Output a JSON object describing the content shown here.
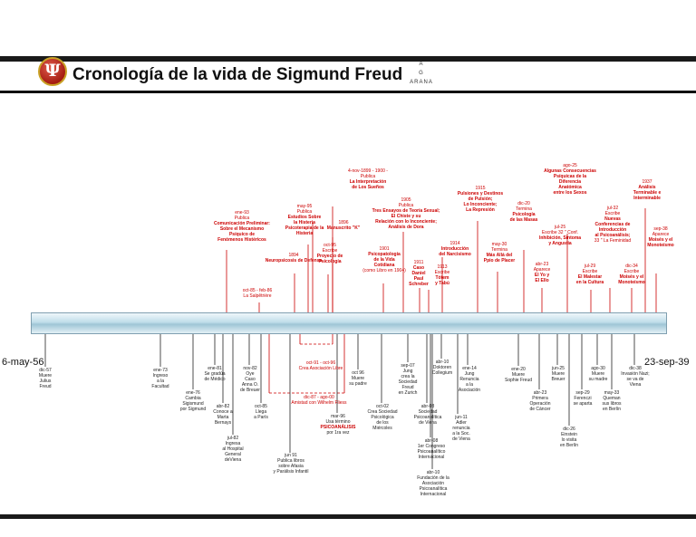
{
  "header": {
    "logo_glyph": "Ψ",
    "title": "Cronología de la vida de Sigmund Freud",
    "brand": [
      "A",
      "G",
      "ARANA"
    ]
  },
  "timeline": {
    "start": "6-may-56",
    "end": "23-sep-39"
  },
  "above_events": [
    {
      "id": "e1",
      "date": "ene-93",
      "lines": [
        "Publica",
        "Comunicación Preliminar:",
        "Sobre el Mecanismo",
        "Psíquico de",
        "Fenómenos Histéricos"
      ],
      "color": "red"
    },
    {
      "id": "e2",
      "date": "may-95",
      "lines": [
        "Publica",
        "Estudios Sobre",
        "la Histeria",
        "Psicoterapia de la Histeria"
      ],
      "color": "red"
    },
    {
      "id": "e3",
      "date": "1894",
      "lines": [
        "Neuropsicosis de Defensa"
      ],
      "color": "red"
    },
    {
      "id": "e4",
      "date": "1896",
      "lines": [
        "Manuscrito \"K\""
      ],
      "color": "red"
    },
    {
      "id": "e5",
      "date": "oct-95",
      "lines": [
        "Escribe",
        "Proyecto de",
        "Psicología"
      ],
      "color": "red"
    },
    {
      "id": "e6",
      "date": "oct-85 - feb-86",
      "lines": [
        "La Salpêtrière"
      ],
      "color": "red"
    },
    {
      "id": "e7",
      "date": "4-nov-1899 - 1900 -",
      "lines": [
        "Publica",
        "La Interpretación",
        "de Los Sueños"
      ],
      "color": "red"
    },
    {
      "id": "e8",
      "date": "1901",
      "lines": [
        "Psicopatología",
        "de la Vida",
        "Cotidiana",
        "(como Libro en 1904)"
      ],
      "color": "red"
    },
    {
      "id": "e9",
      "date": "1905",
      "lines": [
        "Publica",
        "Tres Ensayos de Teoría Sexual;",
        "El Chiste y su",
        "Relación con lo Inconciente;",
        "Análisis de Dora"
      ],
      "color": "red"
    },
    {
      "id": "e10",
      "date": "1911",
      "lines": [
        "Caso",
        "Daniel",
        "Paul",
        "Schreber"
      ],
      "color": "red"
    },
    {
      "id": "e11",
      "date": "1913",
      "lines": [
        "Escribe",
        "Tótem",
        "y Tabú"
      ],
      "color": "red"
    },
    {
      "id": "e12",
      "date": "1914",
      "lines": [
        "Introducción",
        "del Narcisismo"
      ],
      "color": "red"
    },
    {
      "id": "e13",
      "date": "1915",
      "lines": [
        "Pulsiones y Destinos",
        "de Pulsión;",
        "Lo Inconciente;",
        "La Represión"
      ],
      "color": "red"
    },
    {
      "id": "e14",
      "date": "may-30",
      "lines": [
        "Termina",
        "Más Allá del",
        "Ppio de Placer"
      ],
      "color": "red"
    },
    {
      "id": "e15",
      "date": "dic-20",
      "lines": [
        "Termina",
        "Psicología",
        "de las Masas"
      ],
      "color": "red"
    },
    {
      "id": "e16",
      "date": "ago-25",
      "lines": [
        "Algunas Consecuencias",
        "Psíquicas de la",
        "Diferencia",
        "Anatómica",
        "entre los Sexos"
      ],
      "color": "red"
    },
    {
      "id": "e17",
      "date": "jul-25",
      "lines": [
        "Escribe 32 \" Conf.",
        "Inhibición, Síntoma",
        "y Angustia"
      ],
      "color": "red"
    },
    {
      "id": "e18",
      "date": "abr-23",
      "lines": [
        "Aparece",
        "El Yo y",
        "El Ello"
      ],
      "color": "red"
    },
    {
      "id": "e19",
      "date": "jul-29",
      "lines": [
        "Escribe",
        "El Malestar",
        "en la Cultura"
      ],
      "color": "red"
    },
    {
      "id": "e20",
      "date": "jul-32",
      "lines": [
        "Escribe",
        "Nuevas",
        "Conferencias de",
        "Introducción",
        "al Psicoanálisis;",
        "33 \" La Feminidad"
      ],
      "color": "red"
    },
    {
      "id": "e21",
      "date": "dic-34",
      "lines": [
        "Escribe",
        "Moisés y el",
        "Monoteísmo"
      ],
      "color": "red"
    },
    {
      "id": "e22",
      "date": "1937",
      "lines": [
        "Análisis",
        "Terminable e",
        "Interminable"
      ],
      "color": "red"
    },
    {
      "id": "e23",
      "date": "sep-38",
      "lines": [
        "Aparece",
        "Moisés y el",
        "Monoteísmo"
      ],
      "color": "red"
    }
  ],
  "below_events": [
    {
      "id": "b1",
      "date": "dic-57",
      "lines": [
        "Muere",
        "Julius",
        "Freud"
      ]
    },
    {
      "id": "b2",
      "date": "ene-73",
      "lines": [
        "Ingreso",
        "a la",
        "Facultad"
      ]
    },
    {
      "id": "b3",
      "date": "ene-81",
      "lines": [
        "Se gradúa",
        "de Médico"
      ]
    },
    {
      "id": "b4",
      "date": "ene-76",
      "lines": [
        "Cambia",
        "Sigismund",
        "por Sigmund"
      ]
    },
    {
      "id": "b5",
      "date": "abr-82",
      "lines": [
        "Conoce a",
        "Marta",
        "Bernays"
      ]
    },
    {
      "id": "b6",
      "date": "nov-82",
      "lines": [
        "Oye",
        "Caso",
        "Anna O.",
        "de Breuer"
      ]
    },
    {
      "id": "b7",
      "date": "jul-82",
      "lines": [
        "Ingresa",
        "al Hospital",
        "General",
        "deViena"
      ]
    },
    {
      "id": "b8",
      "date": "oct-85",
      "lines": [
        "Llega",
        "a París"
      ]
    },
    {
      "id": "b9",
      "date": "oct-91 - oct-96",
      "lines": [
        "Crea Asociación Libre"
      ],
      "color": "red"
    },
    {
      "id": "b10",
      "date": "dic-87 - ago-00",
      "lines": [
        "Amistad con Wilhelm Fliess"
      ],
      "color": "red"
    },
    {
      "id": "b11",
      "date": "oct 96",
      "lines": [
        "Muere",
        "su padre"
      ]
    },
    {
      "id": "b12",
      "date": "mar-96",
      "lines": [
        "Usa término",
        "PSICOANÁLISIS",
        "por 1ra vez"
      ]
    },
    {
      "id": "b13",
      "date": "jun 91",
      "lines": [
        "Publica libros",
        "sobre Afasia",
        "y Parálisis Infantil"
      ]
    },
    {
      "id": "b14",
      "date": "oct-02",
      "lines": [
        "Crea Sociedad",
        "Psicológica",
        "de los",
        "Miércoles"
      ]
    },
    {
      "id": "b15",
      "date": "sep-07",
      "lines": [
        "Jung",
        "crea la",
        "Sociedad",
        "Freud",
        "en Zurich"
      ]
    },
    {
      "id": "b16",
      "date": "abr-08",
      "lines": [
        "Sociedad",
        "Psicoanalítica",
        "de Viena"
      ]
    },
    {
      "id": "b17",
      "date": "abr-10",
      "lines": [
        "Doktoren",
        "Collegium"
      ]
    },
    {
      "id": "b18",
      "date": "abr-08",
      "lines": [
        "1er Congreso",
        "Psicoanalítico",
        "Internacional"
      ]
    },
    {
      "id": "b19",
      "date": "abr-10",
      "lines": [
        "Fundación de la",
        "Asociación",
        "Psicoanalítica",
        "Internacional"
      ]
    },
    {
      "id": "b20",
      "date": "ene-14",
      "lines": [
        "Jung",
        "Renuncia",
        "a la",
        "Asociación"
      ]
    },
    {
      "id": "b21",
      "date": "jun-11",
      "lines": [
        "Adler",
        "renuncia",
        "a la Soc.",
        "de Viena"
      ]
    },
    {
      "id": "b22",
      "date": "ene-20",
      "lines": [
        "Muere",
        "Sophie Freud"
      ]
    },
    {
      "id": "b23",
      "date": "abr-23",
      "lines": [
        "Primera",
        "Operación",
        "de Cáncer"
      ]
    },
    {
      "id": "b24",
      "date": "jun-25",
      "lines": [
        "Muere",
        "Breuer"
      ]
    },
    {
      "id": "b25",
      "date": "sep-29",
      "lines": [
        "Ferenczi",
        "se aparta"
      ]
    },
    {
      "id": "b26",
      "date": "dic-26",
      "lines": [
        "Einstein",
        "lo visita",
        "en Berlín"
      ]
    },
    {
      "id": "b27",
      "date": "ago-30",
      "lines": [
        "Muere",
        "su madre"
      ]
    },
    {
      "id": "b28",
      "date": "may-33",
      "lines": [
        "Queman",
        "sus libros",
        "en Berlín"
      ]
    },
    {
      "id": "b29",
      "date": "dic-38",
      "lines": [
        "Invasión Nazi;",
        "se va de",
        "Viena"
      ]
    }
  ]
}
